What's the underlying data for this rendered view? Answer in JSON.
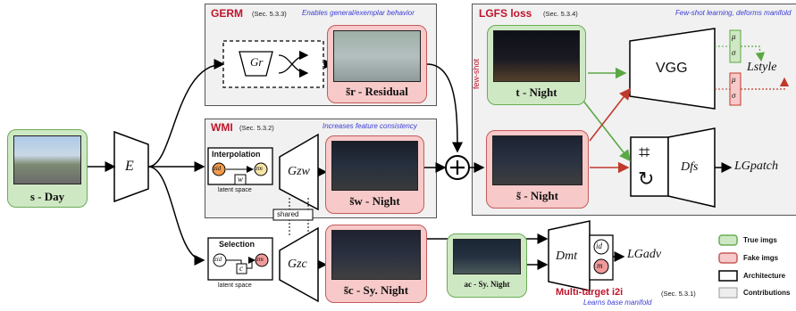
{
  "germ": {
    "title": "GERM",
    "section": "(Sec. 5.3.3)",
    "note": "Enables general/exemplar behavior",
    "residual_label": "- Residual"
  },
  "wmi": {
    "title": "WMI",
    "section": "(Sec. 5.3.2)",
    "note": "Increases feature consistency",
    "interpolation": "Interpolation",
    "latent": "latent space",
    "shared": "shared",
    "w": "w"
  },
  "lgfs": {
    "title": "LGFS loss",
    "section": "(Sec. 5.3.4)",
    "note": "Few-shot learning, deforms manifold",
    "fewshot": "few-shot",
    "vgg": "VGG",
    "mu": "μ",
    "sigma": "σ"
  },
  "selection": {
    "title": "Selection",
    "latent": "latent space",
    "c": "c"
  },
  "cards": {
    "day": "s - Day",
    "residual": "s̃r - Residual",
    "night_w": "s̃w - Night",
    "night_c": "s̃c - Sy. Night",
    "t_night": "t - Night",
    "s_night": "s̃ - Night",
    "ac_night": "ac - Sy. Night"
  },
  "labels": {
    "E": "E",
    "Gr": "Gr",
    "Gzw": "Gzw",
    "Gzc": "Gzc",
    "Dfs": "Dfs",
    "Dmt": "Dmt",
    "Lstyle": "Lstyle",
    "Lpatch": "LGpatch",
    "Ladv": "LGadv",
    "zid": "zid",
    "zm": "zm",
    "id": "id",
    "m": "m"
  },
  "multitarget": {
    "title": "Multi-target i2i",
    "section": "(Sec. 5.3.1)",
    "note": "Learns base manifold"
  },
  "legend": [
    "True imgs",
    "Fake imgs",
    "Architecture",
    "Contributions"
  ],
  "colors": {
    "accent_red": "#c0142b",
    "note_blue": "#3b3bd6",
    "true_green": "#cfe8c4",
    "fake_red": "#f7c9c9",
    "arrow_red": "#c0392b",
    "arrow_green": "#5aa845"
  }
}
